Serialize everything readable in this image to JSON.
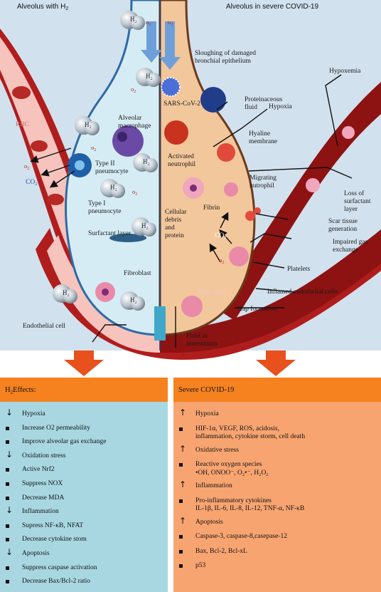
{
  "figure": {
    "left_title": "Alveolus with H",
    "left_title_sub": "2",
    "right_title": "Alveolus in severe COVID-19",
    "h2": "H",
    "h2_sub": "2",
    "o2": "o",
    "o2_sub": "2",
    "co2": "CO",
    "co2_sub": "2",
    "labels": {
      "rbc": "RBC",
      "alveolar_macrophage": [
        "Alveolar",
        "macrophage"
      ],
      "type2": [
        "Type II",
        "pneumocyte"
      ],
      "type1": [
        "Type I",
        "pneumocyte"
      ],
      "surfactant_layer": "Surfactant layer",
      "fibroblast": "Fibroblast",
      "endothelial_cell": "Endothelial cell",
      "sloughing": [
        "Sloughing of damaged",
        "bronchial epithelium"
      ],
      "sars": "SARS-CoV-2",
      "proteinaceous": [
        "Proteinaceous",
        "fluid"
      ],
      "hypoxia": "Hypoxia",
      "hypoxemia": "Hypoxemia",
      "hyaline": [
        "Hyaline",
        "membrane"
      ],
      "activated_neutrophil": [
        "Activated",
        "neutrophil"
      ],
      "migrating_neutrophil": [
        "Migrating",
        "nutrophil"
      ],
      "loss_surfactant": [
        "Loss of",
        "surfactant",
        "layer"
      ],
      "fibrin": "Fibrin",
      "cellular_debris": [
        "Cellular",
        "debris",
        "and",
        "protein"
      ],
      "scar_tissue": [
        "Scar tissue",
        "generation"
      ],
      "impaired_gas": [
        "Impaired gas",
        "exchange"
      ],
      "platelets": "Platelets",
      "neutrophil": "Neutrophil",
      "inflamed_endothelial": "Inflamed endothelial cells",
      "gap_formation": "Gap formation",
      "fluid_interstitium": [
        "Fluid in",
        "interstitium"
      ]
    }
  },
  "left_panel": {
    "title": "H",
    "title_sub": "2",
    "title_suffix": "Effects:",
    "rows": [
      {
        "marker": "down",
        "text": "Hypoxia"
      },
      {
        "marker": "bullet",
        "text": "Increase O2 permeability"
      },
      {
        "marker": "bullet",
        "text": "Improve alveolar gas exchange"
      },
      {
        "marker": "down",
        "text": "Oxidation stress"
      },
      {
        "marker": "bullet",
        "text": "Active Nrf2"
      },
      {
        "marker": "bullet",
        "text": "Suppress NOX"
      },
      {
        "marker": "bullet",
        "text": "Decrease MDA"
      },
      {
        "marker": "down",
        "text": "Inflammation"
      },
      {
        "marker": "bullet",
        "text": "Supress NF-κB, NFAT"
      },
      {
        "marker": "bullet",
        "text": "Decrease cytokine stom"
      },
      {
        "marker": "down",
        "text": "Apoptosis"
      },
      {
        "marker": "bullet",
        "text": "Suppress caspase activation"
      },
      {
        "marker": "bullet",
        "text": "Decrease Bax/Bcl-2 ratio"
      }
    ]
  },
  "right_panel": {
    "title": "Severe COVID-19",
    "rows": [
      {
        "marker": "up",
        "text": "Hypoxia"
      },
      {
        "marker": "bullet",
        "text": "HIF-1α, VEGF, ROS, acidosis,\ninflammation, cytokine storm, cell death"
      },
      {
        "marker": "up",
        "text": "Oxidative stress"
      },
      {
        "marker": "bullet",
        "text": "Reactive oxygen species\n•OH, ONOO⁻, O₂•⁻, H₂O₂"
      },
      {
        "marker": "up",
        "text": "Inflammation"
      },
      {
        "marker": "bullet",
        "text": "Pro-inflammatory cytokines\nIL-1β, IL-6, IL-8, IL-12, TNF-α, NF-κB"
      },
      {
        "marker": "up",
        "text": "Apoptosis"
      },
      {
        "marker": "bullet",
        "text": "Caspase-3, caspase-8,casepase-12"
      },
      {
        "marker": "bullet",
        "text": "Bax, Bcl-2, Bcl-xL"
      },
      {
        "marker": "bullet",
        "text": "p53"
      }
    ]
  },
  "colors": {
    "top_bg": "#d2e1ee",
    "left_alveolus": "#d6ecf5",
    "right_alveolus": "#f2c79b",
    "vessel_outer": "#b01d1d",
    "vessel_wall": "#f2a9a0",
    "vessel_lumen_left": "#f6c3bd",
    "vessel_lumen_right": "#8d1212",
    "orange_arrow": "#e8501e",
    "panel_header": "#f5821f",
    "left_panel_body": "#a8d7e2",
    "right_panel_body": "#f7a471"
  }
}
